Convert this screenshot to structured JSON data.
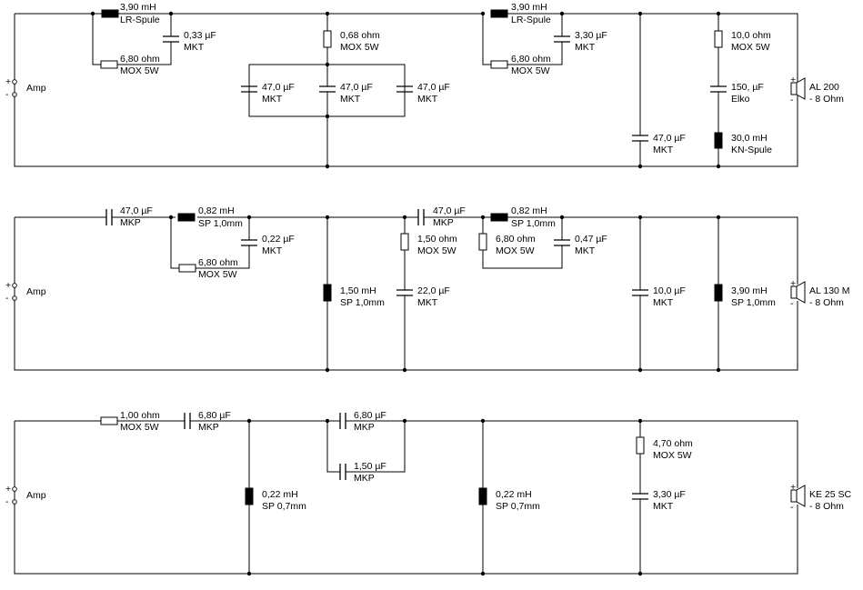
{
  "amp_label": "Amp",
  "plus": "+",
  "minus": "-",
  "c1": {
    "l1": [
      "3,90 mH",
      "LR-Spule"
    ],
    "c1": [
      "0,33 µF",
      "MKT"
    ],
    "r1": [
      "6,80 ohm",
      "MOX 5W"
    ],
    "r2": [
      "0,68 ohm",
      "MOX 5W"
    ],
    "c2": [
      "47,0 µF",
      "MKT"
    ],
    "c3": [
      "47,0 µF",
      "MKT"
    ],
    "c4": [
      "47,0 µF",
      "MKT"
    ],
    "l2": [
      "3,90 mH",
      "LR-Spule"
    ],
    "c5": [
      "3,30 µF",
      "MKT"
    ],
    "r3": [
      "6,80 ohm",
      "MOX 5W"
    ],
    "c6": [
      "47,0 µF",
      "MKT"
    ],
    "r4": [
      "10,0 ohm",
      "MOX 5W"
    ],
    "c7": [
      "150, µF",
      "Elko"
    ],
    "l3": [
      "30,0 mH",
      "KN-Spule"
    ],
    "spk": [
      "AL 200",
      "- 8 Ohm"
    ]
  },
  "c2": {
    "c1": [
      "47,0 µF",
      "MKP"
    ],
    "l1": [
      "0,82 mH",
      "SP 1,0mm"
    ],
    "c2": [
      "0,22 µF",
      "MKT"
    ],
    "r1": [
      "6,80 ohm",
      "MOX 5W"
    ],
    "l2": [
      "1,50 mH",
      "SP 1,0mm"
    ],
    "c3": [
      "47,0 µF",
      "MKP"
    ],
    "r2": [
      "1,50 ohm",
      "MOX 5W"
    ],
    "c4": [
      "22,0 µF",
      "MKT"
    ],
    "l3": [
      "0,82 mH",
      "SP 1,0mm"
    ],
    "r3": [
      "6,80 ohm",
      "MOX 5W"
    ],
    "c5": [
      "0,47 µF",
      "MKT"
    ],
    "c6": [
      "10,0 µF",
      "MKT"
    ],
    "l4": [
      "3,90 mH",
      "SP 1,0mm"
    ],
    "spk": [
      "AL 130 M",
      "- 8 Ohm"
    ]
  },
  "c3": {
    "r1": [
      "1,00 ohm",
      "MOX 5W"
    ],
    "c1": [
      "6,80 µF",
      "MKP"
    ],
    "l1": [
      "0,22 mH",
      "SP 0,7mm"
    ],
    "c2": [
      "6,80 µF",
      "MKP"
    ],
    "c3": [
      "1,50 µF",
      "MKP"
    ],
    "l2": [
      "0,22 mH",
      "SP 0,7mm"
    ],
    "r2": [
      "4,70 ohm",
      "MOX 5W"
    ],
    "c4": [
      "3,30 µF",
      "MKT"
    ],
    "spk": [
      "KE 25 SC",
      "- 8 Ohm"
    ]
  }
}
